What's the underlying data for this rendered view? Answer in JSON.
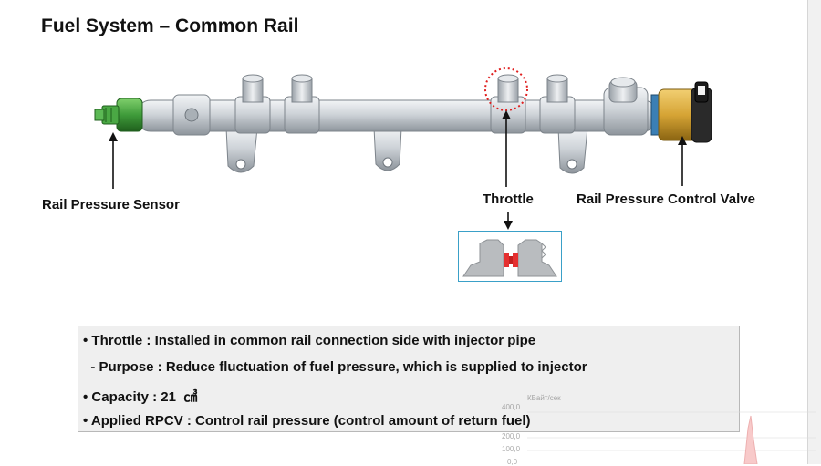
{
  "slide": {
    "title": "Fuel System – Common Rail",
    "labels": {
      "rail_pressure_sensor": "Rail Pressure Sensor",
      "throttle": "Throttle",
      "rail_pressure_control_valve": "Rail Pressure Control Valve"
    },
    "notes": [
      "• Throttle : Installed in common rail connection side with injector pipe",
      "  - Purpose : Reduce fluctuation of fuel pressure, which is supplied to injector",
      "• Capacity : 21  ㎤",
      "• Applied RPCV : Control rail pressure (control amount of return fuel)"
    ],
    "colors": {
      "rail_body": "#c9ced3",
      "sensor": "#3f9b3a",
      "valve": "#d6a435",
      "throttle_mark": "#e53030",
      "highlight_circle": "#e02020"
    }
  },
  "background_widget": {
    "unit_label": "КБайт/сек",
    "ticks": [
      "400,0",
      "200,0",
      "100,0",
      "0,0"
    ]
  }
}
